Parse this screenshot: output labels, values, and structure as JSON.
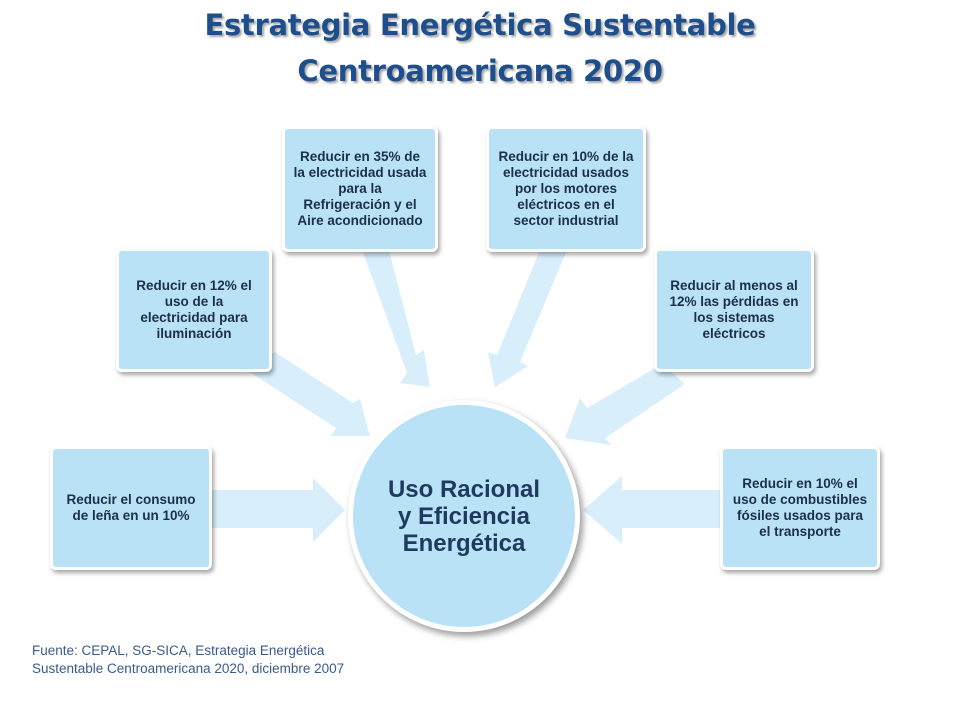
{
  "title": {
    "line1": "Estrategia Energética Sustentable",
    "line2": "Centroamericana 2020"
  },
  "hub": {
    "label": "Uso Racional y Eficiencia Energética"
  },
  "goals": [
    {
      "label": "Reducir el consumo de leña en un 10%"
    },
    {
      "label": "Reducir en 12% el uso de la electricidad para iluminación"
    },
    {
      "label": "Reducir en 35% de la electricidad usada para la Refrigeración y el Aire acondicionado"
    },
    {
      "label": "Reducir en 10% de la electricidad usados por los motores eléctricos en el sector industrial"
    },
    {
      "label": "Reducir al menos al 12% las pérdidas en los sistemas eléctricos"
    },
    {
      "label": "Reducir en 10% el uso de combustibles fósiles usados para el transporte"
    }
  ],
  "source": {
    "line1": "Fuente: CEPAL, SG-SICA, Estrategia Energética",
    "line2": "Sustentable Centroamericana 2020, diciembre 2007"
  },
  "colors": {
    "box_fill": "#b9e2f6",
    "arrow_fill": "#d8effb",
    "title": "#1f4e8c",
    "text": "#1b2f4a"
  }
}
